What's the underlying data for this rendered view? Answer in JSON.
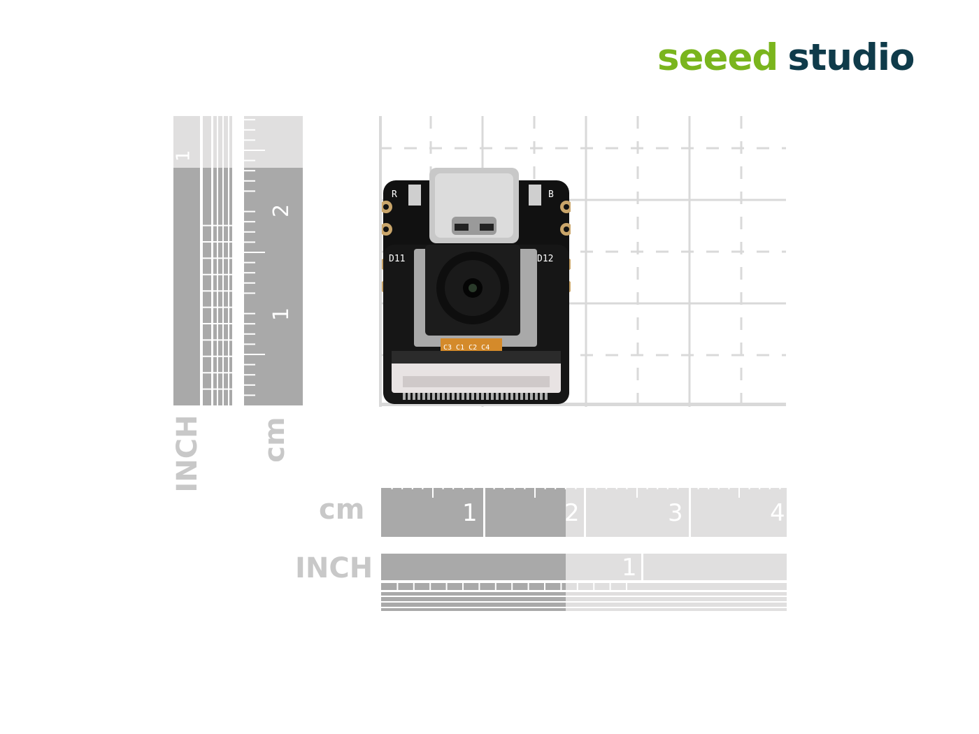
{
  "logo": {
    "word1": "seeed",
    "word2": "studio",
    "colors": {
      "seeed": "#7ab51d",
      "studio": "#0f3b4a"
    }
  },
  "rulers": {
    "vertical_inch": {
      "unit": "INCH",
      "marks": [
        "1"
      ]
    },
    "vertical_cm": {
      "unit": "cm",
      "marks": [
        "2",
        "1"
      ]
    },
    "horizontal_cm": {
      "unit": "cm",
      "marks": [
        "1",
        "2",
        "3",
        "4"
      ]
    },
    "horizontal_inch": {
      "unit": "INCH",
      "marks": [
        "1"
      ]
    }
  },
  "board": {
    "labels": {
      "r": "R",
      "b": "B",
      "d11": "D11",
      "d12": "D12",
      "connector": "C3 C1 C2 C4"
    }
  },
  "colors": {
    "ruler_dark": "#a9a9a9",
    "ruler_light": "#e0dfdf",
    "grid_line": "#d9d9d9",
    "board": "#111111"
  }
}
